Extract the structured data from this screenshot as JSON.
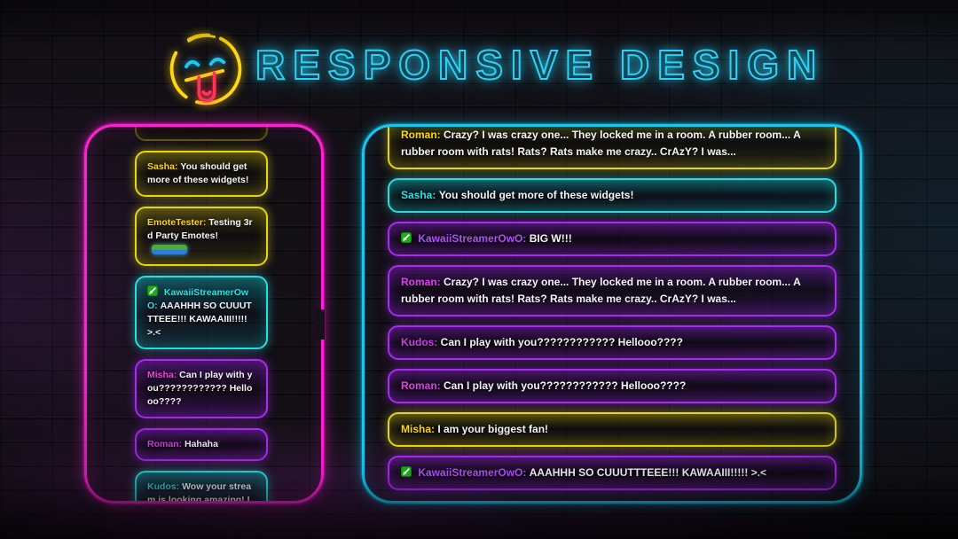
{
  "header": {
    "title": "RESPONSIVE DESIGN",
    "title_color": "#2bd1f7",
    "emoji": "zany-face-tongue-out-neon"
  },
  "themes": {
    "yellow": {
      "border": "#e3d713"
    },
    "cyan": {
      "border": "#25dede"
    },
    "purple": {
      "border": "#a92af0"
    }
  },
  "badge": {
    "name": "moderator-badge",
    "color": "#16b016"
  },
  "left_panel": {
    "border_color": "#ff1fd4",
    "messages": [
      {
        "theme": "yellow",
        "badge": false,
        "user": "Sasha:",
        "user_color": "#ffd60a",
        "text": "You should get more of these widgets!"
      },
      {
        "theme": "yellow",
        "badge": false,
        "user": "EmoteTester:",
        "user_color": "#ffd60a",
        "text": "Testing 3rd Party Emotes!",
        "emote": "wide_frog"
      },
      {
        "theme": "cyan",
        "badge": true,
        "user": "KawaiiStreamerOwO:",
        "user_color": "#2ae2e2",
        "text": "AAAHHH SO CUUUTTTEEE!!! KAWAAIII!!!!! >.<"
      },
      {
        "theme": "purple",
        "badge": false,
        "user": "Misha:",
        "user_color": "#ff36df",
        "text": "Can I play with you???????????? Hellooo????"
      },
      {
        "theme": "purple",
        "badge": false,
        "user": "Roman:",
        "user_color": "#e23df0",
        "text": "Hahaha"
      },
      {
        "theme": "cyan",
        "badge": false,
        "user": "Kudos:",
        "user_color": "#2ae2e2",
        "text": "Wow your stream is looking amazing! Love the setup!",
        "emote": "dark_figure"
      }
    ]
  },
  "right_panel": {
    "border_color": "#14c8f2",
    "messages": [
      {
        "theme": "yellow",
        "badge": false,
        "user": "Roman:",
        "user_color": "#ffd60a",
        "text": "Crazy? I was crazy one... They locked me in a room. A rubber room... A rubber room with rats! Rats? Rats make me crazy.. CrAzY? I was..."
      },
      {
        "theme": "cyan",
        "badge": false,
        "user": "Sasha:",
        "user_color": "#2ae2e2",
        "text": "You should get more of these widgets!"
      },
      {
        "theme": "purple",
        "badge": true,
        "user": "KawaiiStreamerOwO:",
        "user_color": "#b44dff",
        "text": "BIG W!!!"
      },
      {
        "theme": "purple",
        "badge": false,
        "user": "Roman:",
        "user_color": "#e23df0",
        "text": "Crazy? I was crazy one... They locked me in a room. A rubber room... A rubber room with rats! Rats? Rats make me crazy.. CrAzY? I was..."
      },
      {
        "theme": "purple",
        "badge": false,
        "user": "Kudos:",
        "user_color": "#cf3df2",
        "text": "Can I play with you???????????? Hellooo????"
      },
      {
        "theme": "purple",
        "badge": false,
        "user": "Roman:",
        "user_color": "#e23df0",
        "text": "Can I play with you???????????? Hellooo????"
      },
      {
        "theme": "yellow",
        "badge": false,
        "user": "Misha:",
        "user_color": "#ffd60a",
        "text": "I am your biggest fan!"
      },
      {
        "theme": "purple",
        "badge": true,
        "user": "KawaiiStreamerOwO:",
        "user_color": "#b44dff",
        "text": "AAAHHH SO CUUUTTTEEE!!! KAWAAIII!!!!! >.<"
      }
    ]
  }
}
